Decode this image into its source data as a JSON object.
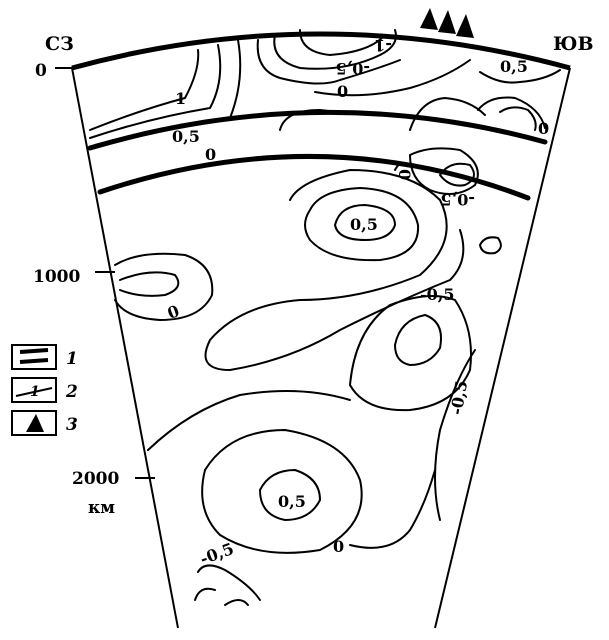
{
  "labels": {
    "left_direction": "СЗ",
    "right_direction": "ЮВ",
    "depth_0": "0",
    "depth_1000": "1000",
    "depth_2000": "2000",
    "depth_unit": "км"
  },
  "contour_labels": {
    "top_minus1": "-1",
    "top_minus05": "-0,5",
    "top_zero": "0",
    "top_right_05": "0,5",
    "left_1": "1",
    "left_05": "0,5",
    "left_0": "0",
    "right_0": "0",
    "mid_zero_near_right": "0",
    "upper_right_minus05": "-0,5",
    "center_05": "0,5",
    "left_mid_0": "0",
    "mid_minus05": "-0,5",
    "right_minus05": "-0,5",
    "lower_05": "0,5",
    "lower_0": "0",
    "bottom_minus05": "-0,5"
  },
  "legend": {
    "item1_num": "1",
    "item2_num": "2",
    "item2_sample": "1",
    "item3_num": "3"
  }
}
